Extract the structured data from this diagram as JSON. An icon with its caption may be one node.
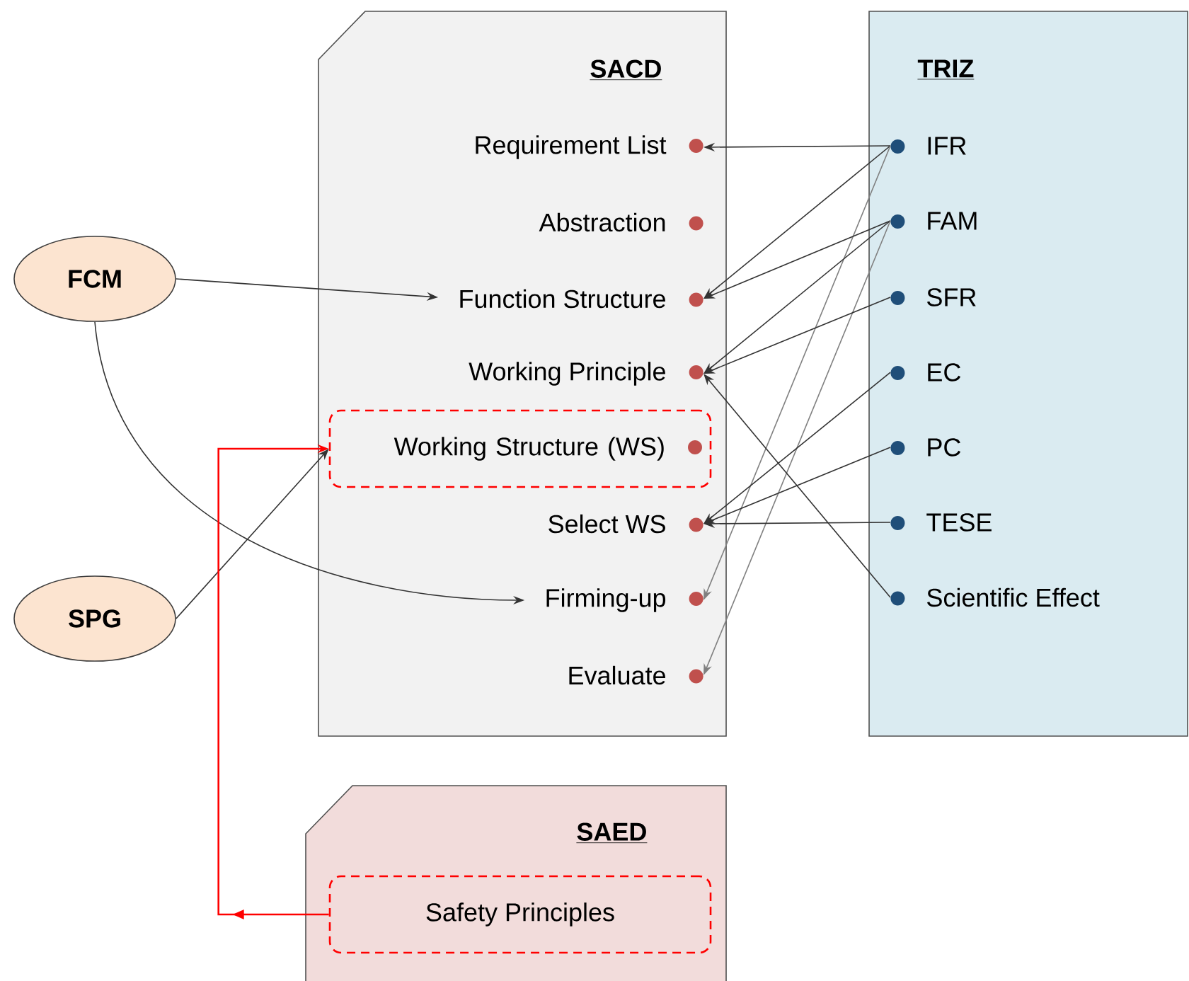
{
  "diagram": {
    "nodes": [
      {
        "text": [
          "SACD"
        ]
      },
      {
        "text": [
          "Requirement List"
        ],
        "in": 0
      },
      {
        "text": [
          "Abstraction"
        ],
        "in": 0
      },
      {
        "text": [
          "Function Structure"
        ],
        "in": 0
      },
      {
        "text": [
          "Working Principle"
        ],
        "in": 0
      },
      {
        "text": [
          "Working Structure (WS)"
        ],
        "in": 0
      },
      {
        "text": [
          "Select WS"
        ],
        "in": 0
      },
      {
        "text": [
          "Firming-up"
        ],
        "in": 0
      },
      {
        "text": [
          "Evaluate"
        ],
        "in": 0
      },
      {
        "text": [
          "TRIZ"
        ]
      },
      {
        "text": [
          "IFR"
        ],
        "in": 9
      },
      {
        "text": [
          "FAM"
        ],
        "in": 9
      },
      {
        "text": [
          "SFR"
        ],
        "in": 9
      },
      {
        "text": [
          "EC"
        ],
        "in": 9
      },
      {
        "text": [
          "PC"
        ],
        "in": 9
      },
      {
        "text": [
          "TESE"
        ],
        "in": 9
      },
      {
        "text": [
          "Scientific Effect"
        ],
        "in": 9
      },
      {
        "text": [
          "FCM"
        ]
      },
      {
        "text": [
          "SPG"
        ]
      },
      {
        "text": [
          "SAED"
        ]
      },
      {
        "text": [
          "Safety Principles"
        ],
        "in": 19
      }
    ],
    "edges": [
      {
        "from": 10,
        "to": 1,
        "arrow": "to"
      },
      {
        "from": 10,
        "to": 3,
        "arrow": "to"
      },
      {
        "from": 10,
        "to": 7,
        "arrow": "to",
        "color": "#808080"
      },
      {
        "from": 11,
        "to": 3,
        "arrow": "to"
      },
      {
        "from": 11,
        "to": 4,
        "arrow": "to"
      },
      {
        "from": 11,
        "to": 8,
        "arrow": "to",
        "color": "#808080"
      },
      {
        "from": 12,
        "to": 4,
        "arrow": "to"
      },
      {
        "from": 13,
        "to": 6,
        "arrow": "to"
      },
      {
        "from": 14,
        "to": 6,
        "arrow": "to"
      },
      {
        "from": 15,
        "to": 6,
        "arrow": "to"
      },
      {
        "from": 16,
        "to": 4,
        "arrow": "to"
      },
      {
        "from": 17,
        "to": 3,
        "arrow": "to"
      },
      {
        "from": 17,
        "to": 7,
        "arrow": "to"
      },
      {
        "from": 18,
        "to": 5,
        "arrow": "to"
      },
      {
        "from": 20,
        "to": 5,
        "arrow": "to",
        "color": "#ff0000"
      }
    ]
  }
}
